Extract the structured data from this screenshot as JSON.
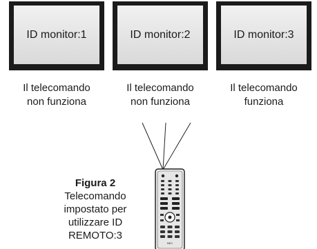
{
  "monitors": [
    {
      "label": "ID monitor:1",
      "status": [
        "Il telecomando",
        "non funziona"
      ]
    },
    {
      "label": "ID monitor:2",
      "status": [
        "Il telecomando",
        "non funziona"
      ]
    },
    {
      "label": "ID monitor:3",
      "status": [
        "Il telecomando",
        "funziona"
      ]
    }
  ],
  "caption": {
    "figure": "Figura 2",
    "lines": [
      "Telecomando",
      "impostato per",
      "utilizzare ID",
      "REMOTO:3"
    ]
  },
  "remote": {
    "brand": "NEC"
  },
  "colors": {
    "bezel": "#1b1b1b",
    "screen": "#e4e4e4",
    "lines": "#222222"
  }
}
